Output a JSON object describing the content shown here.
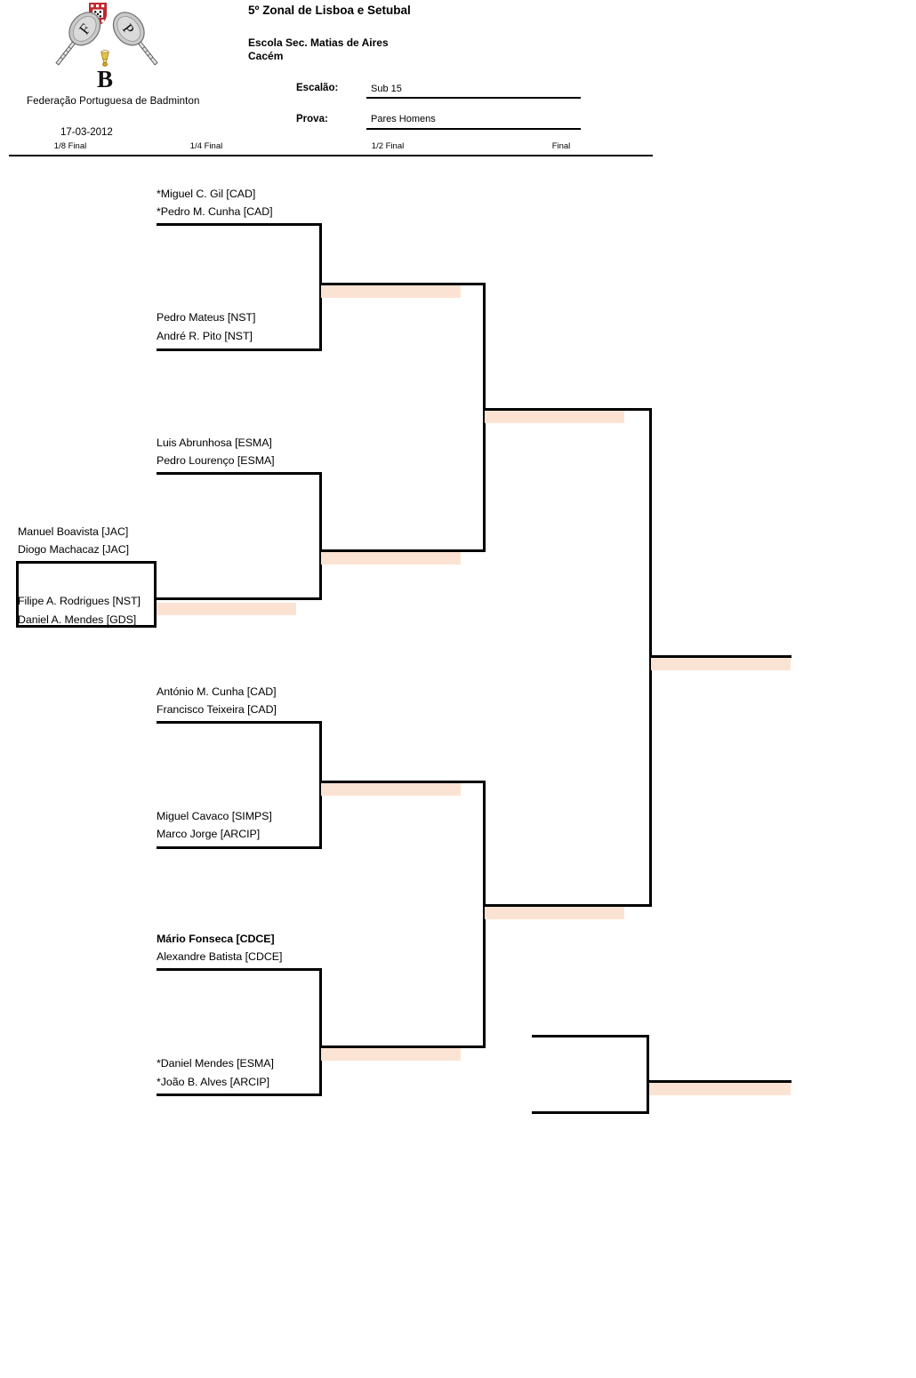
{
  "header": {
    "federation": "Federação Portuguesa de Badminton",
    "date": "17-03-2012",
    "title": "5º Zonal de Lisboa e Setubal",
    "venue_line1": "Escola Sec. Matias de Aires",
    "venue_line2": "Cacém",
    "logo_icon": "badminton-federation-logo",
    "fields": [
      {
        "label": "Escalão:",
        "value": "Sub 15"
      },
      {
        "label": "Prova:",
        "value": "Pares Homens"
      }
    ]
  },
  "rounds": [
    {
      "label": "1/8 Final"
    },
    {
      "label": "1/4 Final"
    },
    {
      "label": "1/2 Final"
    },
    {
      "label": "Final"
    }
  ],
  "colors": {
    "line": "#000000",
    "highlight": "#FBE3D4",
    "shield_red": "#C0272D",
    "racket_grey": "#BFBFBF",
    "shuttle_gold": "#D9A520"
  },
  "bracket": {
    "eighth_final": [
      {
        "top": [
          "Manuel Boavista [JAC]",
          "Diogo Machacaz [JAC]"
        ],
        "bottom": [
          "Filipe A. Rodrigues [NST]",
          "Daniel A. Mendes [GDS]"
        ]
      }
    ],
    "quarter_final": [
      {
        "top": [
          "*Miguel C. Gil [CAD]",
          "*Pedro M. Cunha [CAD]"
        ],
        "bottom": [
          "Pedro Mateus [NST]",
          "André R. Pito [NST]"
        ]
      },
      {
        "top": [
          "Luis Abrunhosa [ESMA]",
          "Pedro Lourenço [ESMA]"
        ],
        "bottom": [
          "",
          ""
        ]
      },
      {
        "top": [
          "António M. Cunha [CAD]",
          "Francisco Teixeira [CAD]"
        ],
        "bottom": [
          "Miguel Cavaco [SIMPS]",
          "Marco Jorge [ARCIP]"
        ]
      },
      {
        "top": [
          "Mário Fonseca [CDCE]",
          "Alexandre Batista [CDCE]"
        ],
        "bottom": [
          "*Daniel Mendes [ESMA]",
          "*João B. Alves [ARCIP]"
        ],
        "top_bold": true
      }
    ],
    "semi_final": [
      {
        "winner": ""
      },
      {
        "winner": ""
      }
    ],
    "final": {
      "winner": ""
    },
    "third_place": {
      "winner": ""
    }
  }
}
